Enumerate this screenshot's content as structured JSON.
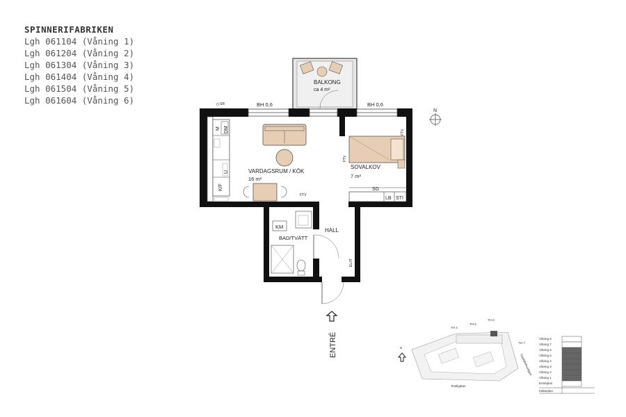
{
  "project": "SPINNERIFABRIKEN",
  "units": [
    "Lgh 061104 (Våning 1)",
    "Lgh 061204 (Våning 2)",
    "Lgh 061304 (Våning 3)",
    "Lgh 061404 (Våning 4)",
    "Lgh 061504 (Våning 5)",
    "Lgh 061604 (Våning 6)"
  ],
  "plan": {
    "balcony_name": "BALKONG",
    "balcony_area": "ca 4 m²",
    "window_left": "BH 0,6",
    "window_right": "BH 0,6",
    "sr": "SR",
    "living_name": "VARDAGSRUM / KÖK",
    "living_area": "16 m²",
    "bedroom_name": "SOVALKOV",
    "bedroom_area": "7 m²",
    "hall": "HALL",
    "bath": "BAD/TVÄTT",
    "km": "KM",
    "kf": "K/F",
    "m": "M",
    "dm": "DM",
    "u": "U",
    "ftv": "FTV",
    "sg": "SG",
    "lb": "LB",
    "sti": "STI",
    "elcentral": "EL/IT",
    "entrance": "ENTRÉ",
    "north": "N"
  },
  "keyplan": {
    "north": "N",
    "street_bottom": "Textilgatan",
    "street_right": "Gasfabriksvägen",
    "th_labels": [
      "TH 4",
      "TH 5",
      "TH 6",
      "TH 7"
    ],
    "floors": [
      "Våning 8",
      "Våning 7",
      "Våning 6",
      "Våning 5",
      "Våning 4",
      "Våning 3",
      "Våning 2",
      "Våning 1",
      "Entréplan",
      "Källarplan"
    ],
    "highlighted_floors": [
      "Våning 6",
      "Våning 5",
      "Våning 4",
      "Våning 3",
      "Våning 2",
      "Våning 1"
    ]
  }
}
